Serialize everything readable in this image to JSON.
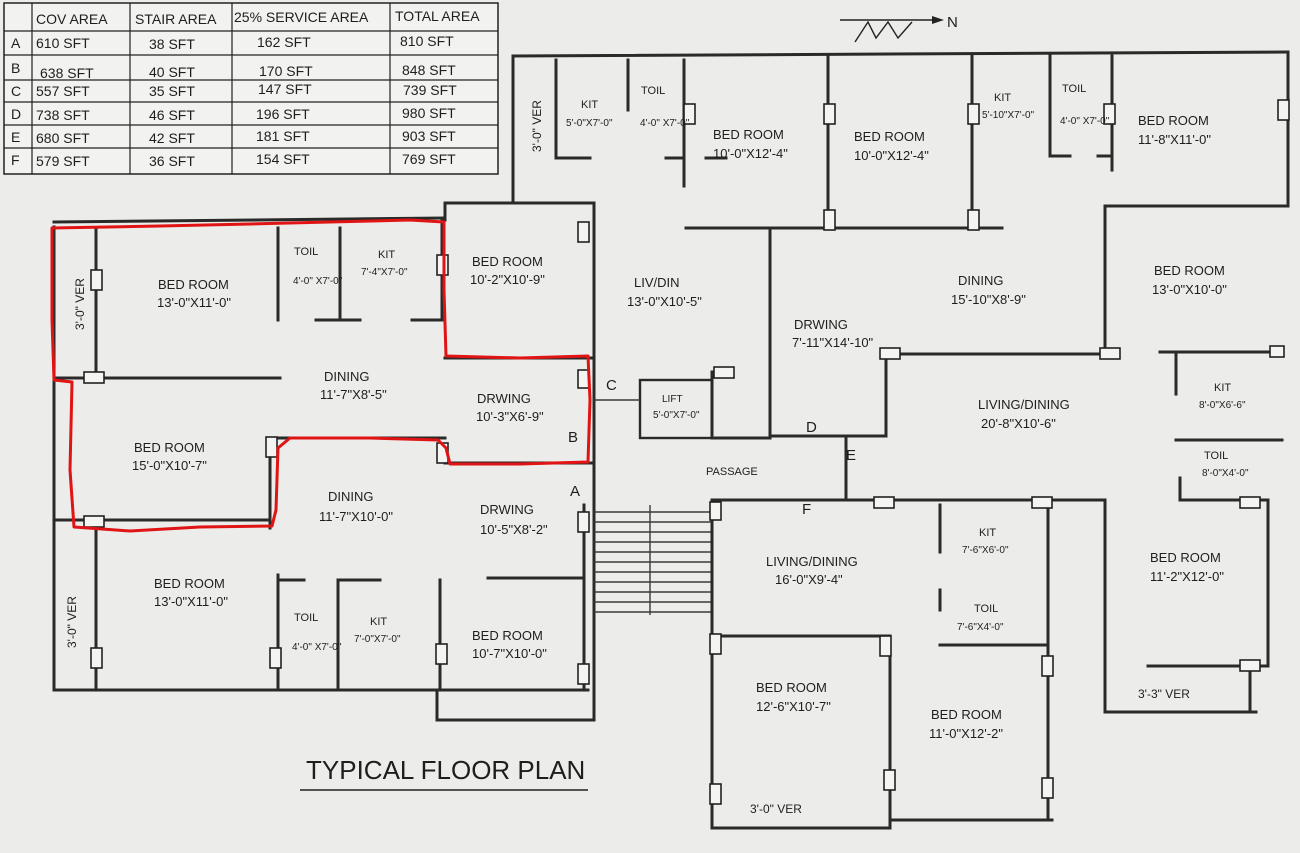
{
  "area_table": {
    "headers": [
      "",
      "COV AREA",
      "STAIR AREA",
      "25% SERVICE AREA",
      "TOTAL AREA"
    ],
    "rows": [
      [
        "A",
        "610 SFT",
        "38 SFT",
        "162 SFT",
        "810 SFT"
      ],
      [
        "B",
        "638 SFT",
        "40 SFT",
        "170 SFT",
        "848 SFT"
      ],
      [
        "C",
        "557 SFT",
        "35 SFT",
        "147 SFT",
        "739 SFT"
      ],
      [
        "D",
        "738 SFT",
        "46 SFT",
        "196 SFT",
        "980 SFT"
      ],
      [
        "E",
        "680 SFT",
        "42 SFT",
        "181 SFT",
        "903 SFT"
      ],
      [
        "F",
        "579 SFT",
        "36 SFT",
        "154 SFT",
        "769 SFT"
      ]
    ]
  },
  "north_label": "N",
  "plan_title": "TYPICAL FLOOR PLAN",
  "rooms": [
    {
      "name": "BED ROOM",
      "size": "13'-0\"X11'-0\""
    },
    {
      "name": "TOIL",
      "size": "4'-0\" X7'-0\""
    },
    {
      "name": "KIT",
      "size": "7'-4\"X7'-0\""
    },
    {
      "name": "BED ROOM",
      "size": "10'-2\"X10'-9\""
    },
    {
      "name": "DINING",
      "size": "11'-7\"X8'-5\""
    },
    {
      "name": "DRWING",
      "size": "10'-3\"X6'-9\""
    },
    {
      "name": "BED ROOM",
      "size": "15'-0\"X10'-7\""
    },
    {
      "name": "DINING",
      "size": "11'-7\"X10'-0\""
    },
    {
      "name": "DRWING",
      "size": "10'-5\"X8'-2\""
    },
    {
      "name": "BED ROOM",
      "size": "13'-0\"X11'-0\""
    },
    {
      "name": "TOIL",
      "size": "4'-0\" X7'-0\""
    },
    {
      "name": "KIT",
      "size": "7'-0\"X7'-0\""
    },
    {
      "name": "BED ROOM",
      "size": "10'-7\"X10'-0\""
    },
    {
      "name": "KIT",
      "size": "5'-0\"X7'-0\""
    },
    {
      "name": "TOIL",
      "size": "4'-0\" X7'-0\""
    },
    {
      "name": "BED ROOM",
      "size": "10'-0\"X12'-4\""
    },
    {
      "name": "BED ROOM",
      "size": "10'-0\"X12'-4\""
    },
    {
      "name": "KIT",
      "size": "5'-10\"X7'-0\""
    },
    {
      "name": "TOIL",
      "size": "4'-0\" X7'-0\""
    },
    {
      "name": "BED ROOM",
      "size": "11'-8\"X11'-0\""
    },
    {
      "name": "LIV/DIN",
      "size": "13'-0\"X10'-5\""
    },
    {
      "name": "DRWING",
      "size": "7'-11\"X14'-10\""
    },
    {
      "name": "DINING",
      "size": "15'-10\"X8'-9\""
    },
    {
      "name": "BED ROOM",
      "size": "13'-0\"X10'-0\""
    },
    {
      "name": "LIFT",
      "size": "5'-0\"X7'-0\""
    },
    {
      "name": "LIVING/DINING",
      "size": "20'-8\"X10'-6\""
    },
    {
      "name": "KIT",
      "size": "8'-0\"X6'-6\""
    },
    {
      "name": "TOIL",
      "size": "8'-0\"X4'-0\""
    },
    {
      "name": "LIVING/DINING",
      "size": "16'-0\"X9'-4\""
    },
    {
      "name": "KIT",
      "size": "7'-6\"X6'-0\""
    },
    {
      "name": "TOIL",
      "size": "7'-6\"X4'-0\""
    },
    {
      "name": "BED ROOM",
      "size": "11'-2\"X12'-0\""
    },
    {
      "name": "BED ROOM",
      "size": "12'-6\"X10'-7\""
    },
    {
      "name": "BED ROOM",
      "size": "11'-0\"X12'-2\""
    }
  ],
  "verandahs": [
    "3'-0\" VER",
    "3'-0\" VER",
    "3'-0\" VER",
    "3'-3\" VER",
    "3'-0\"  VER"
  ],
  "passage_label": "PASSAGE",
  "flat_labels": [
    "A",
    "B",
    "C",
    "D",
    "E",
    "F"
  ]
}
